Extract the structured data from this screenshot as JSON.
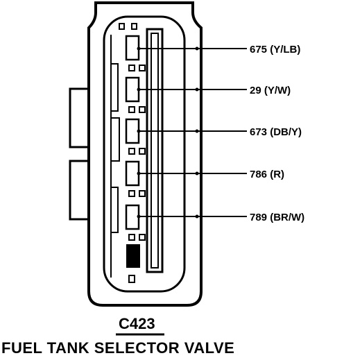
{
  "connector": {
    "id": "C423",
    "component_name": "FUEL TANK SELECTOR VALVE"
  },
  "pins": [
    {
      "label": "675 (Y/LB)"
    },
    {
      "label": "29 (Y/W)"
    },
    {
      "label": "673 (DB/Y)"
    },
    {
      "label": "786 (R)"
    },
    {
      "label": "789 (BR/W)"
    }
  ]
}
